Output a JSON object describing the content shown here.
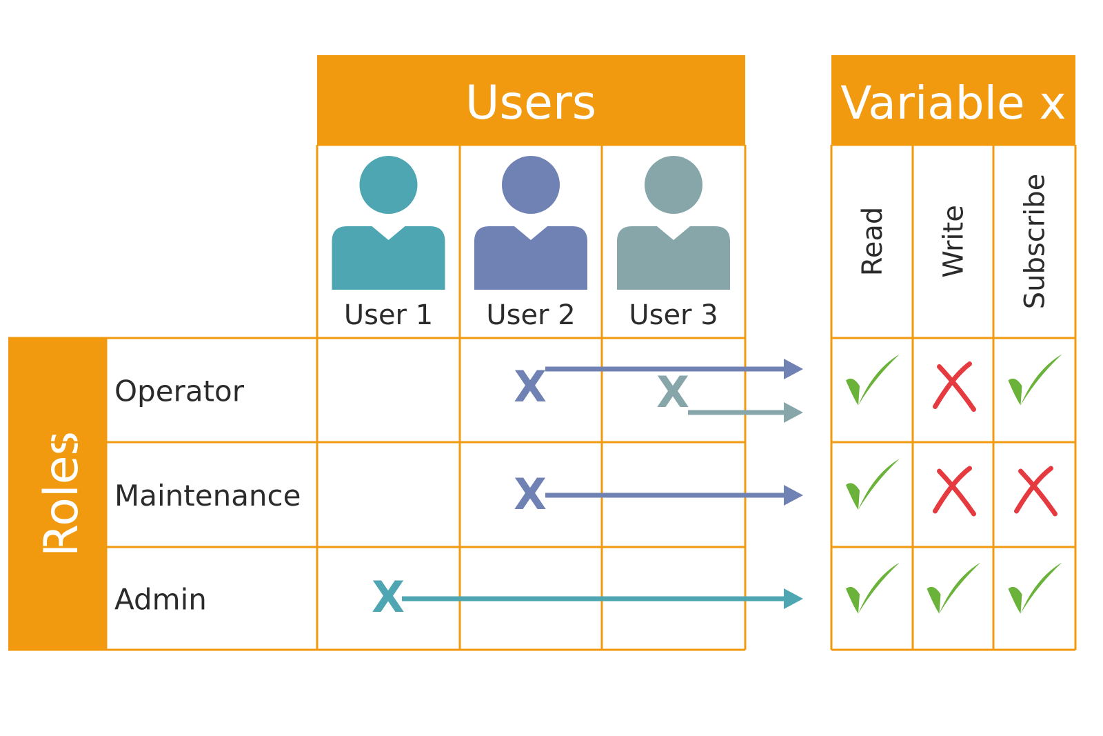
{
  "colors": {
    "orange": "#f29a0f",
    "text": "#2b2b2b",
    "header_text": "#ffffff",
    "check": "#6ab23a",
    "cross": "#e53a3f"
  },
  "users_header": {
    "title": "Users"
  },
  "variable_header": {
    "title": "Variable x"
  },
  "roles_header": {
    "title": "Roles"
  },
  "users": [
    {
      "label": "User 1",
      "color": "#4ea6b2",
      "icon": "user-icon"
    },
    {
      "label": "User 2",
      "color": "#7082b4",
      "icon": "user-icon"
    },
    {
      "label": "User 3",
      "color": "#87a6aa",
      "icon": "user-icon"
    }
  ],
  "permissions": [
    {
      "label": "Read"
    },
    {
      "label": "Write"
    },
    {
      "label": "Subscribe"
    }
  ],
  "roles": [
    {
      "label": "Operator",
      "assigned_users": [
        2,
        3
      ],
      "permissions": [
        "allowed",
        "denied",
        "allowed"
      ]
    },
    {
      "label": "Maintenance",
      "assigned_users": [
        2
      ],
      "permissions": [
        "allowed",
        "denied",
        "denied"
      ]
    },
    {
      "label": "Admin",
      "assigned_users": [
        1
      ],
      "permissions": [
        "allowed",
        "allowed",
        "allowed"
      ]
    }
  ],
  "assignment_marker": "X"
}
